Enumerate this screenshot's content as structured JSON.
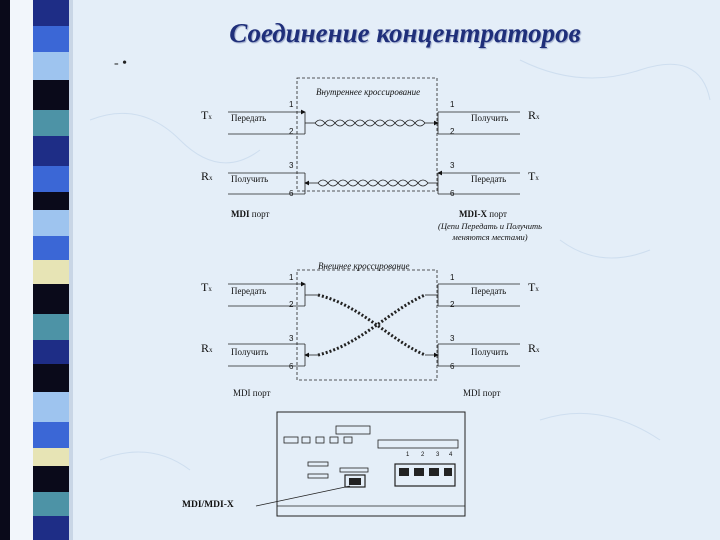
{
  "title": "Соединение концентраторов",
  "bullet": "- •",
  "section1": {
    "caption": "Внутреннее кроссирование",
    "left": {
      "tx_sig": "T",
      "tx_sub": "x",
      "rx_sig": "R",
      "rx_sub": "x",
      "tx_label": "Передать",
      "rx_label": "Получить",
      "port_bold": "MDI",
      "port_rest": " порт"
    },
    "right": {
      "rx_sig": "R",
      "rx_sub": "x",
      "tx_sig": "T",
      "tx_sub": "x",
      "rx_label": "Получить",
      "tx_label": "Передать",
      "port_bold": "MDI-X",
      "port_rest": " порт",
      "note_line1": "(Цепи Передать и Получить",
      "note_line2": "меняются местами)"
    },
    "pins": [
      "1",
      "2",
      "3",
      "6"
    ]
  },
  "section2": {
    "caption": "Внешнее кроссирование",
    "left": {
      "tx_sig": "T",
      "tx_sub": "x",
      "rx_sig": "R",
      "rx_sub": "x",
      "tx_label": "Передать",
      "rx_label": "Получить",
      "port": "MDI порт"
    },
    "right": {
      "tx_sig": "T",
      "tx_sub": "x",
      "rx_sig": "R",
      "rx_sub": "x",
      "tx_label": "Передать",
      "rx_label": "Получить",
      "port": "MDI порт"
    },
    "pins": [
      "1",
      "2",
      "3",
      "6"
    ]
  },
  "hub": {
    "label": "MDI/MDI-X",
    "port_numbers": [
      "1",
      "2",
      "3",
      "4"
    ]
  },
  "colors": {
    "title": "#1f2f7a",
    "background": "#e4eef8",
    "stripe_dark": "#0a0a1a",
    "stripe_navy": "#1e2d86",
    "stripe_blue": "#3b67d6",
    "stripe_light": "#9ec4ef",
    "stripe_teal": "#4d93a6",
    "stripe_cream": "#e7e4b5"
  }
}
